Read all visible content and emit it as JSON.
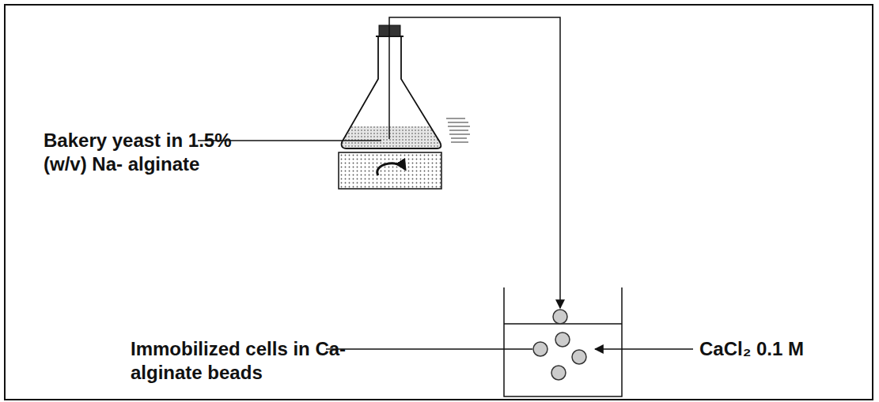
{
  "diagram": {
    "labels": [
      "Bakery yeast in 1.5%(w/v) Na- alginate",
      "Immobilized cells in Ca-alginate beads",
      "CaCl₂ 0.1 M"
    ]
  }
}
